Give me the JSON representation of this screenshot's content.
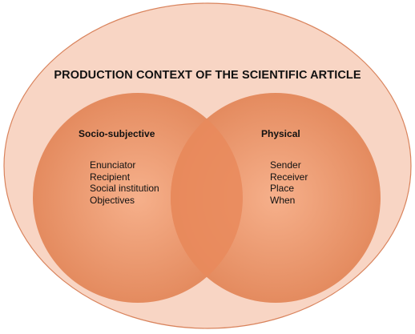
{
  "diagram": {
    "title": "PRODUCTION CONTEXT OF THE SCIENTIFIC ARTICLE",
    "left_set": {
      "heading": "Socio-subjective",
      "items": [
        "Enunciator",
        "Recipient",
        "Social institution",
        "Objectives"
      ]
    },
    "right_set": {
      "heading": "Physical",
      "items": [
        "Sender",
        "Receiver",
        "Place",
        "When"
      ]
    },
    "colors": {
      "outer_fill": "#f8d5c4",
      "outer_stroke": "#d9835c",
      "circle_light": "#f6b08b",
      "circle_dark": "#e48b5f",
      "overlap": "#e9895c"
    }
  }
}
